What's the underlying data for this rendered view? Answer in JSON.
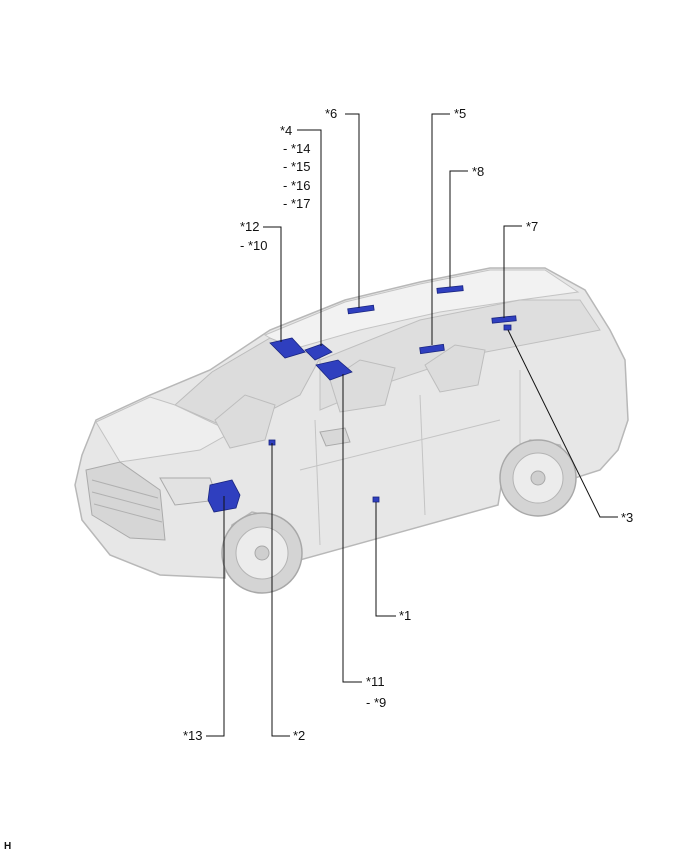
{
  "labels": {
    "l6": "*6",
    "l5": "*5",
    "l4": "*4",
    "l14": "- *14",
    "l15": "- *15",
    "l16": "- *16",
    "l17": "- *17",
    "l8": "*8",
    "l12": "*12",
    "l10": "- *10",
    "l7": "*7",
    "l3": "*3",
    "l1": "*1",
    "l11": "*11",
    "l9": "- *9",
    "l13": "*13",
    "l2": "*2"
  },
  "figure_code": "H",
  "colors": {
    "component": "#2f3fbf",
    "vehicle_body": "#e6e6e6",
    "vehicle_outline": "#b5b5b5",
    "leader": "#111111"
  }
}
